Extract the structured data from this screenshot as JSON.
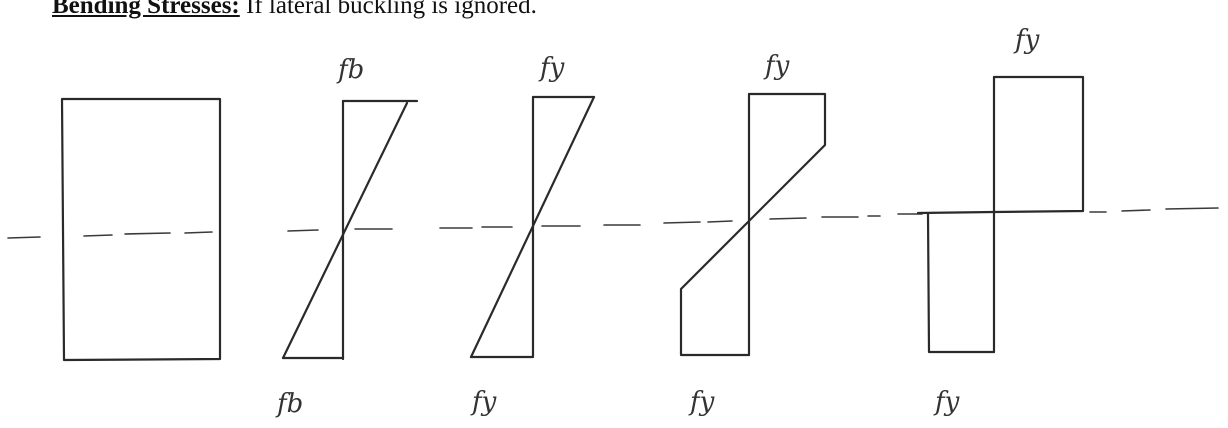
{
  "heading": {
    "bold": "Bending Stresses:",
    "rest": " If lateral buckling is ignored."
  },
  "labels": {
    "d1_top": "fb",
    "d1_bottom": "fb",
    "d2_top": "fy",
    "d2_bottom": "fy",
    "d3_top": "fy",
    "d3_bottom": "fy",
    "d4_top": "fy",
    "d4_bottom": "fy"
  }
}
